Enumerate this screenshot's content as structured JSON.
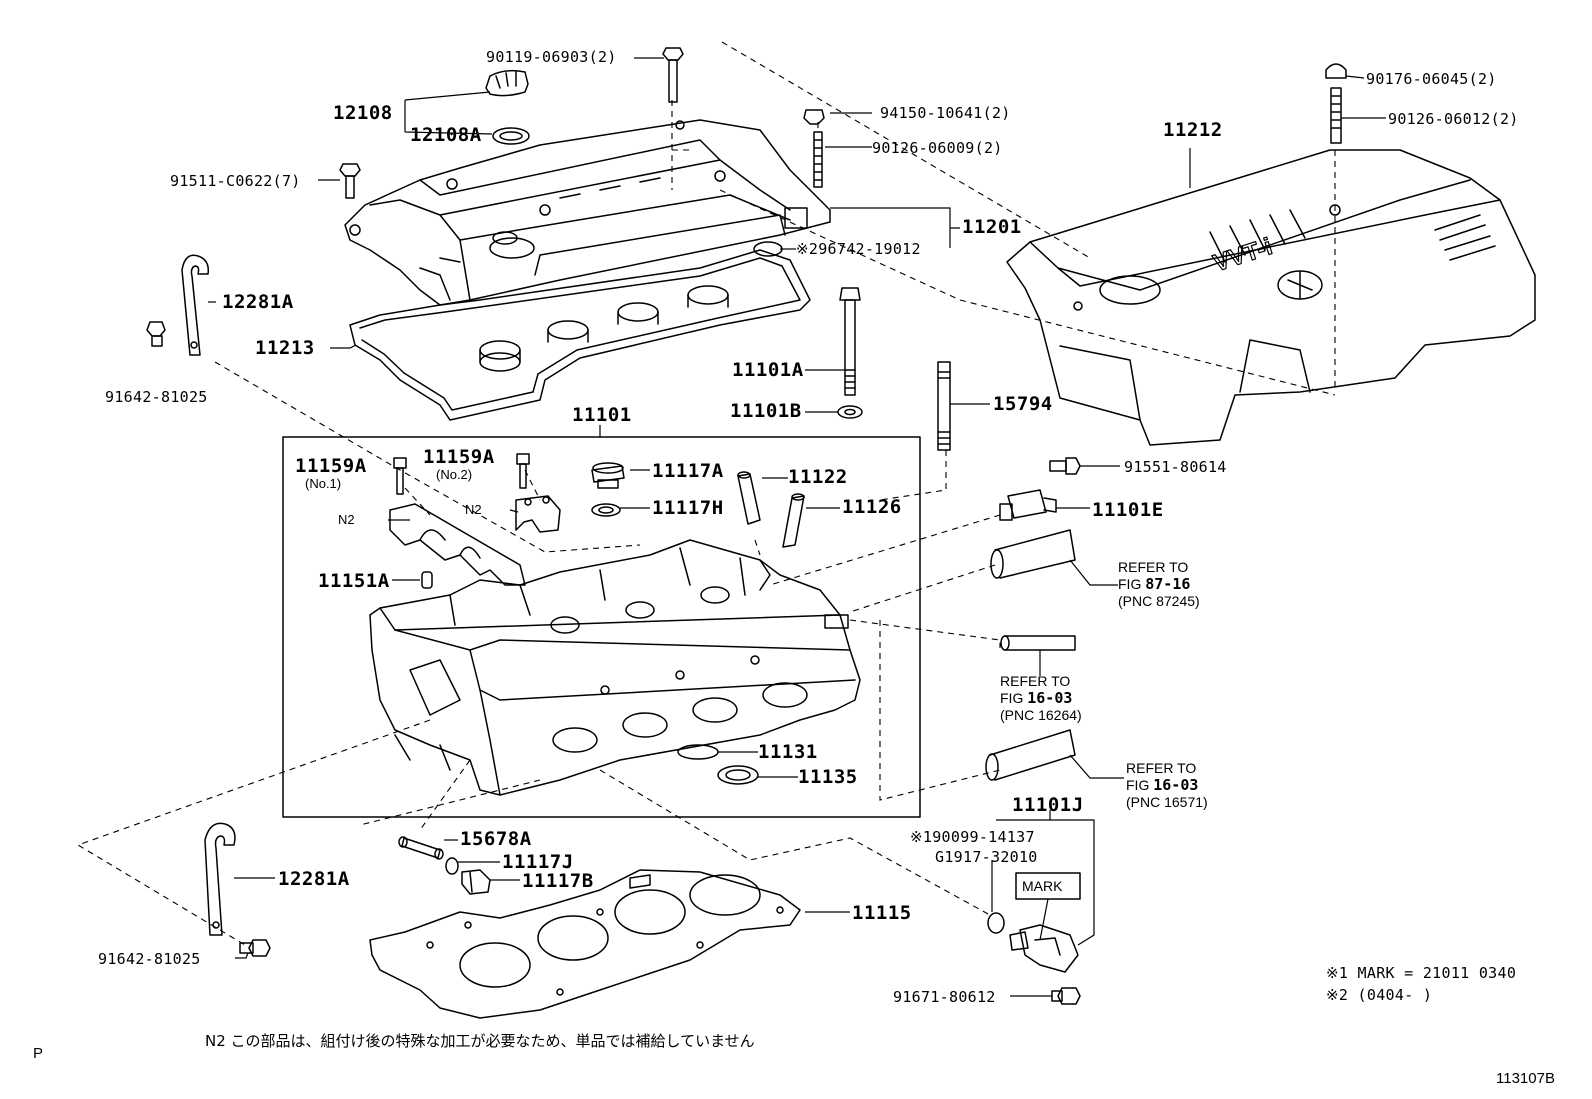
{
  "parts": {
    "p90119": "90119-06903(2)",
    "p12108": "12108",
    "p12108A": "12108A",
    "p91511": "91511-C0622(7)",
    "p12281A_top": "12281A",
    "p11213": "11213",
    "p91642_top": "91642-81025",
    "p94150": "94150-10641(2)",
    "p90126_9": "90126-06009(2)",
    "p11201": "11201",
    "p296742": "※296742-19012",
    "p11101A": "11101A",
    "p11101B": "11101B",
    "p15794": "15794",
    "p11101": "11101",
    "p11159A_1": "11159A",
    "p11159A_1_sub": "(No.1)",
    "p11159A_2": "11159A",
    "p11159A_2_sub": "(No.2)",
    "p11117A": "11117A",
    "p11122": "11122",
    "p11117H": "11117H",
    "p11126": "11126",
    "pN2_a": "N2",
    "pN2_b": "N2",
    "p11151A": "11151A",
    "p11131": "11131",
    "p11135": "11135",
    "p90176": "90176-06045(2)",
    "p90126_12": "90126-06012(2)",
    "p11212": "11212",
    "p91551": "91551-80614",
    "p11101E": "11101E",
    "p15678A": "15678A",
    "p11117J": "11117J",
    "p11117B": "11117B",
    "p12281A_bot": "12281A",
    "p11115": "11115",
    "p91642_bot": "91642-81025",
    "p11101J": "11101J",
    "p190099": "※190099-14137",
    "pG1917": "G1917-32010",
    "pMARK": "MARK",
    "p91671": "91671-80612"
  },
  "refs": [
    {
      "line1": "REFER TO",
      "fig_prefix": "FIG ",
      "fig": "87-16",
      "pnc": "(PNC 87245)"
    },
    {
      "line1": "REFER TO",
      "fig_prefix": "FIG ",
      "fig": "16-03",
      "pnc": "(PNC 16264)"
    },
    {
      "line1": "REFER TO",
      "fig_prefix": "FIG ",
      "fig": "16-03",
      "pnc": "(PNC 16571)"
    }
  ],
  "notes": {
    "mark1": "※1 MARK = 21011 0340",
    "mark2": "※2 (0404-     )",
    "n2_note": "N2  この部品は、組付け後の特殊な加工が必要なため、単品では補給していません",
    "corner_p": "P",
    "diagram_id": "113107B"
  },
  "cover_logo": "VVT-i"
}
